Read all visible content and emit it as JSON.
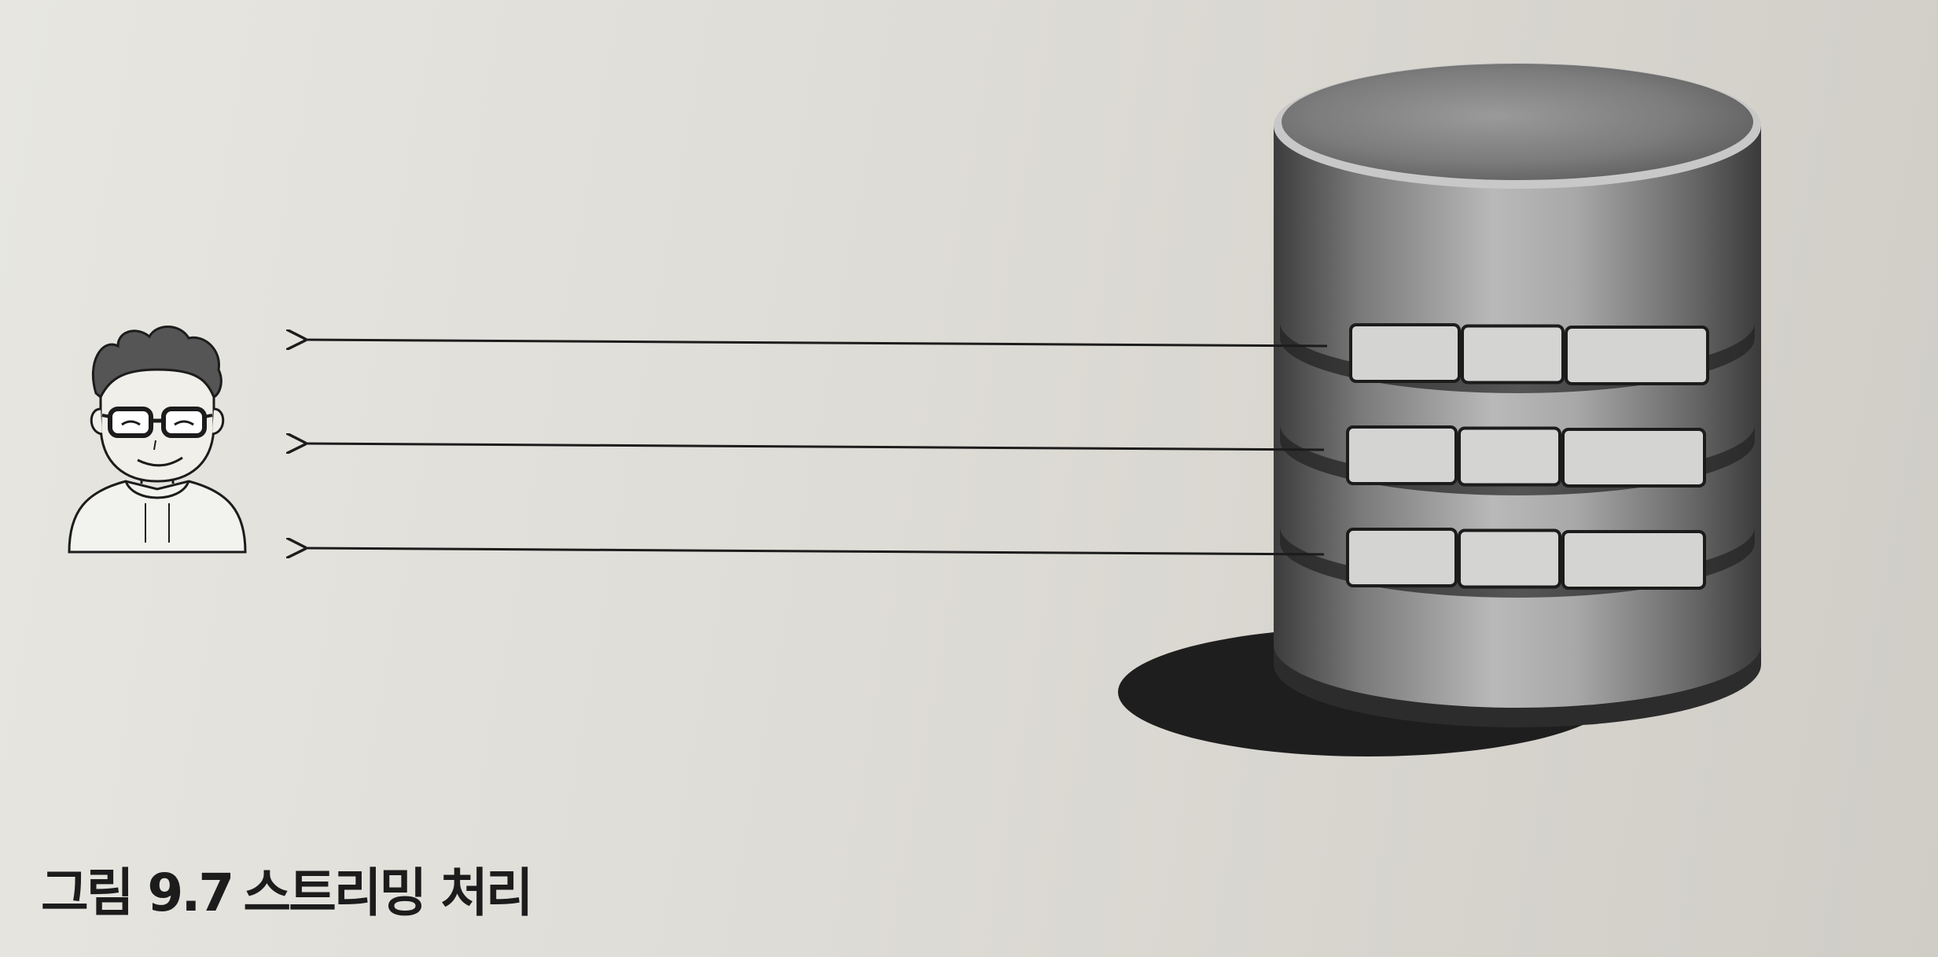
{
  "caption": {
    "label": "그림 9.7",
    "title": "스트리밍 처리"
  },
  "diagram": {
    "client": {
      "icon": "user-avatar-icon"
    },
    "server": {
      "icon": "database-cylinder-icon"
    },
    "streamed_rows": [
      {
        "row": 1,
        "columns": 3
      },
      {
        "row": 2,
        "columns": 3
      },
      {
        "row": 3,
        "columns": 3
      }
    ],
    "colors": {
      "page": "#dedcd6",
      "ink": "#1c1c1c",
      "cylinder_dark": "#3a3a3a",
      "cylinder_light": "#bcbcbc",
      "cell_fill": "#d4d4d2"
    }
  }
}
